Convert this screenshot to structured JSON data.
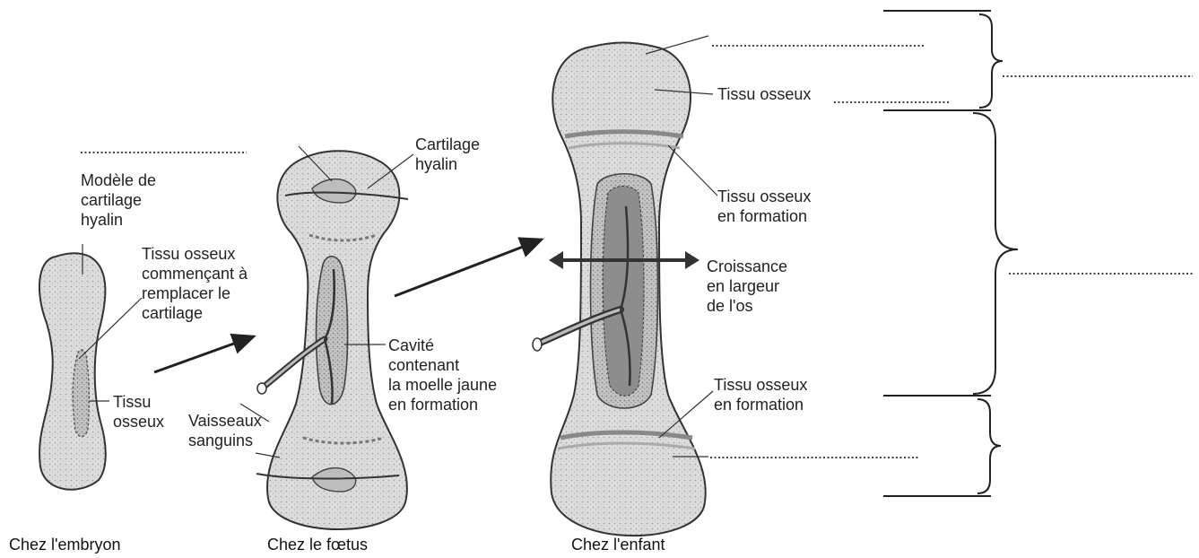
{
  "stages": {
    "embryo": {
      "caption": "Chez l'embryon",
      "label_model": [
        "Modèle de",
        "cartilage",
        "hyalin"
      ],
      "label_bone_start": [
        "Tissu osseux",
        "commençant à",
        "remplacer le",
        "cartilage"
      ],
      "label_bone": [
        "Tissu",
        "osseux"
      ]
    },
    "fetus": {
      "caption": "Chez le fœtus",
      "label_cartilage": [
        "Cartilage",
        "hyalin"
      ],
      "label_vessels": [
        "Vaisseaux",
        "sanguins"
      ],
      "label_cavity": [
        "Cavité",
        "contenant",
        "la moelle jaune",
        "en formation"
      ]
    },
    "child": {
      "caption": "Chez l'enfant",
      "label_bone_top": "Tissu osseux",
      "label_forming_top": [
        "Tissu osseux",
        "en formation"
      ],
      "label_growth": [
        "Croissance",
        "en largeur",
        "de l'os"
      ],
      "label_forming_bottom": [
        "Tissu osseux",
        "en formation"
      ]
    }
  },
  "colors": {
    "ink": "#222222",
    "bone_fill": "#d9d9d9",
    "bone_dark": "#7a7a7a",
    "cavity": "#5c5c5c"
  }
}
